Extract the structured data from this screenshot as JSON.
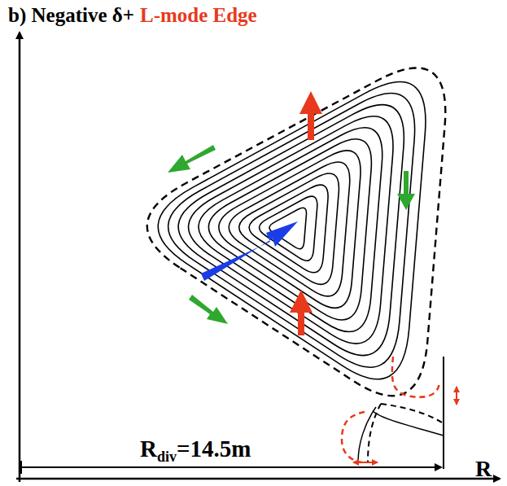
{
  "diagram": {
    "labels": [
      "b) Negative δ+",
      "L-mode Edge",
      "R",
      "div",
      "=14.5m",
      "R"
    ]
  }
}
